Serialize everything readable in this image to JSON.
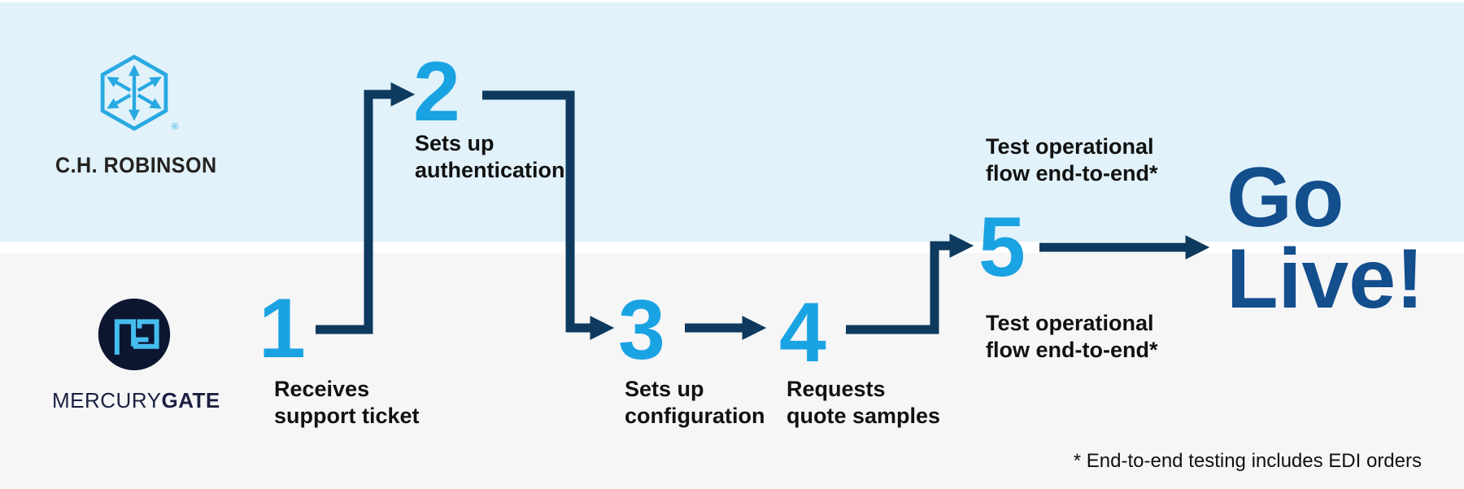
{
  "colors": {
    "band_top": "#e1f2fa",
    "band_bottom": "#f6f6f7",
    "divider": "#ffffff",
    "step_number": "#1aa3e2",
    "arrow": "#0d3a5e",
    "go_live": "#134e8d",
    "label_text": "#111111",
    "chr_logo_blue": "#29a9e1",
    "chr_text": "#25221f",
    "mg_circle": "#0d1631",
    "mg_monogram": "#45bdee",
    "mg_text": "#1b2040"
  },
  "logos": {
    "chr": {
      "name": "C.H. Robinson",
      "icon": "hexagon-arrows-icon",
      "wordmark": "C.H. ROBINSON",
      "registered_mark": "®"
    },
    "mg": {
      "name": "MercuryGate",
      "icon": "mg-monogram-circle-icon",
      "monogram": "MG",
      "wordmark_regular": "MERCURY",
      "wordmark_bold": "GATE"
    }
  },
  "steps": [
    {
      "number": "1",
      "actor": "MercuryGate",
      "label": {
        "line1": "Receives",
        "line2": "support ticket"
      }
    },
    {
      "number": "2",
      "actor": "C.H. Robinson",
      "label": {
        "line1": "Sets up",
        "line2": "authentication"
      }
    },
    {
      "number": "3",
      "actor": "MercuryGate",
      "label": {
        "line1": "Sets up",
        "line2": "configuration"
      }
    },
    {
      "number": "4",
      "actor": "MercuryGate",
      "label": {
        "line1": "Requests",
        "line2": "quote samples"
      }
    },
    {
      "number": "5",
      "actor": "Both",
      "label_top": {
        "line1": "Test operational",
        "line2": "flow end-to-end*"
      },
      "label_bottom": {
        "line1": "Test operational",
        "line2": "flow end-to-end*"
      }
    }
  ],
  "go_live": {
    "line1": "Go",
    "line2": "Live!"
  },
  "footnote": "* End-to-end testing includes EDI orders"
}
